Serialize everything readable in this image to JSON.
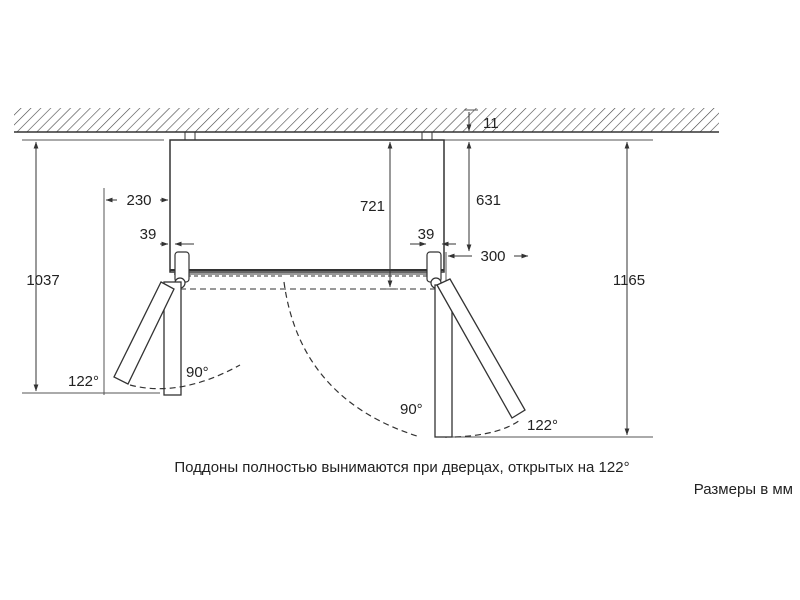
{
  "dimensions": {
    "gap_top": "11",
    "left_clearance": "230",
    "left_hinge": "39",
    "left_depth": "1037",
    "fridge_depth": "721",
    "right_inner": "631",
    "right_hinge": "39",
    "right_clearance": "300",
    "right_depth": "1165"
  },
  "angles": {
    "left_open": "122°",
    "left_right_angle": "90°",
    "right_right_angle": "90°",
    "right_open": "122°"
  },
  "caption": "Поддоны полностью вынимаются при дверцах, открытых на 122°",
  "units_note": "Размеры в мм",
  "colors": {
    "line": "#333333",
    "text": "#222222",
    "background": "#ffffff"
  }
}
